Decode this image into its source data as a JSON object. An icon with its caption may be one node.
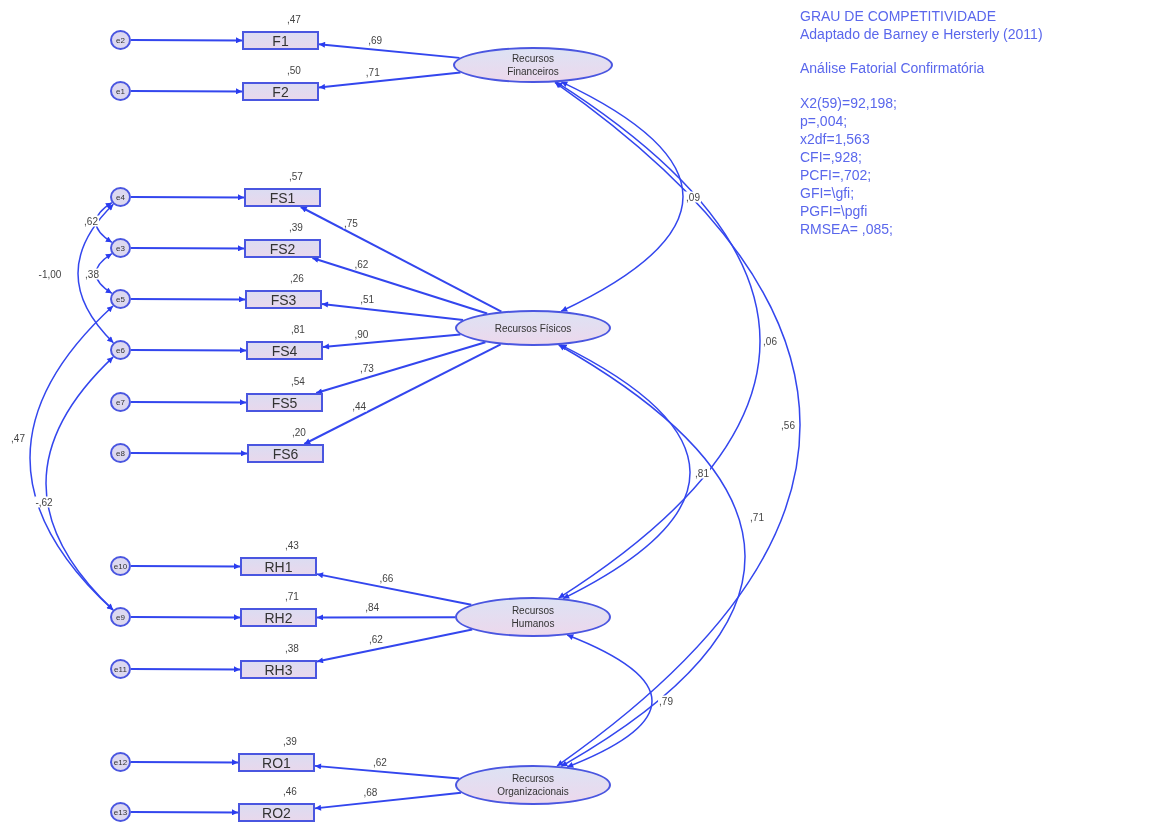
{
  "diagram": {
    "title": "GRAU DE COMPETITIVIDADE",
    "nodes": [
      {
        "text": [
          "e2"
        ]
      },
      {
        "text": [
          "F1"
        ],
        "beside": [
          ",47"
        ]
      },
      {
        "text": [
          "e1"
        ]
      },
      {
        "text": [
          "F2"
        ],
        "beside": [
          ",50"
        ]
      },
      {
        "text": [
          "Recursos Financeiros"
        ]
      },
      {
        "text": [
          "e4"
        ]
      },
      {
        "text": [
          "FS1"
        ],
        "beside": [
          ",57"
        ]
      },
      {
        "text": [
          "e3"
        ]
      },
      {
        "text": [
          "FS2"
        ],
        "beside": [
          ",39"
        ]
      },
      {
        "text": [
          "e5"
        ]
      },
      {
        "text": [
          "FS3"
        ],
        "beside": [
          ",26"
        ]
      },
      {
        "text": [
          "e6"
        ]
      },
      {
        "text": [
          "FS4"
        ],
        "beside": [
          ",81"
        ]
      },
      {
        "text": [
          "e7"
        ]
      },
      {
        "text": [
          "FS5"
        ],
        "beside": [
          ",54"
        ]
      },
      {
        "text": [
          "e8"
        ]
      },
      {
        "text": [
          "FS6"
        ],
        "beside": [
          ",20"
        ]
      },
      {
        "text": [
          "Recursos Físicos"
        ]
      },
      {
        "text": [
          "e10"
        ]
      },
      {
        "text": [
          "RH1"
        ],
        "beside": [
          ",43"
        ]
      },
      {
        "text": [
          "e9"
        ]
      },
      {
        "text": [
          "RH2"
        ],
        "beside": [
          ",71"
        ]
      },
      {
        "text": [
          "e11"
        ]
      },
      {
        "text": [
          "RH3"
        ],
        "beside": [
          ",38"
        ]
      },
      {
        "text": [
          "Recursos Humanos"
        ]
      },
      {
        "text": [
          "e12"
        ]
      },
      {
        "text": [
          "RO1"
        ],
        "beside": [
          ",39"
        ]
      },
      {
        "text": [
          "e13"
        ]
      },
      {
        "text": [
          "RO2"
        ],
        "beside": [
          ",46"
        ]
      },
      {
        "text": [
          "Recursos Organizacionais"
        ]
      }
    ],
    "edges": [
      {
        "from": 0,
        "to": 1,
        "arrow": "to"
      },
      {
        "from": 2,
        "to": 3,
        "arrow": "to"
      },
      {
        "from": 5,
        "to": 6,
        "arrow": "to"
      },
      {
        "from": 7,
        "to": 8,
        "arrow": "to"
      },
      {
        "from": 9,
        "to": 10,
        "arrow": "to"
      },
      {
        "from": 11,
        "to": 12,
        "arrow": "to"
      },
      {
        "from": 13,
        "to": 14,
        "arrow": "to"
      },
      {
        "from": 15,
        "to": 16,
        "arrow": "to"
      },
      {
        "from": 18,
        "to": 19,
        "arrow": "to"
      },
      {
        "from": 20,
        "to": 21,
        "arrow": "to"
      },
      {
        "from": 22,
        "to": 23,
        "arrow": "to"
      },
      {
        "from": 25,
        "to": 26,
        "arrow": "to"
      },
      {
        "from": 27,
        "to": 28,
        "arrow": "to"
      },
      {
        "from": 4,
        "to": 1,
        "arrow": "to",
        "label": ",69"
      },
      {
        "from": 4,
        "to": 3,
        "arrow": "to",
        "label": ",71"
      },
      {
        "from": 17,
        "to": 6,
        "arrow": "to",
        "label": ",75"
      },
      {
        "from": 17,
        "to": 8,
        "arrow": "to",
        "label": ",62"
      },
      {
        "from": 17,
        "to": 10,
        "arrow": "to",
        "label": ",51"
      },
      {
        "from": 17,
        "to": 12,
        "arrow": "to",
        "label": ",90"
      },
      {
        "from": 17,
        "to": 14,
        "arrow": "to",
        "label": ",73"
      },
      {
        "from": 17,
        "to": 16,
        "arrow": "to",
        "label": ",44"
      },
      {
        "from": 24,
        "to": 19,
        "arrow": "to",
        "label": ",66"
      },
      {
        "from": 24,
        "to": 21,
        "arrow": "to",
        "label": ",84"
      },
      {
        "from": 24,
        "to": 23,
        "arrow": "to",
        "label": ",62"
      },
      {
        "from": 29,
        "to": 26,
        "arrow": "to",
        "label": ",62"
      },
      {
        "from": 29,
        "to": 28,
        "arrow": "to",
        "label": ",68"
      },
      {
        "from": 4,
        "to": 17,
        "arrow": "both",
        "label": ",09"
      },
      {
        "from": 4,
        "to": 24,
        "arrow": "both",
        "label": ",06"
      },
      {
        "from": 4,
        "to": 29,
        "arrow": "both",
        "label": ",56"
      },
      {
        "from": 17,
        "to": 24,
        "arrow": "both",
        "label": ",81"
      },
      {
        "from": 17,
        "to": 29,
        "arrow": "both",
        "label": ",71"
      },
      {
        "from": 24,
        "to": 29,
        "arrow": "both",
        "label": ",79"
      },
      {
        "from": 5,
        "to": 7,
        "arrow": "both",
        "label": ",62"
      },
      {
        "from": 7,
        "to": 9,
        "arrow": "both",
        "label": ",38"
      },
      {
        "from": 5,
        "to": 11,
        "arrow": "both",
        "label": "-1,00"
      },
      {
        "from": 9,
        "to": 20,
        "arrow": "both",
        "label": ",47"
      },
      {
        "from": 11,
        "to": 20,
        "arrow": "both",
        "label": "-,62"
      }
    ],
    "labels": [
      "Adaptado de Barney e Hersterly (2011)",
      "Análise Fatorial Confirmatória",
      "X2(59)=92,198;",
      "p=,004;",
      "x2df=1,563",
      "CFI=,928;",
      "PCFI=,702;",
      "GFI=\\gfi;",
      "PGFI=\\pgfi",
      "RMSEA= ,085;"
    ]
  }
}
